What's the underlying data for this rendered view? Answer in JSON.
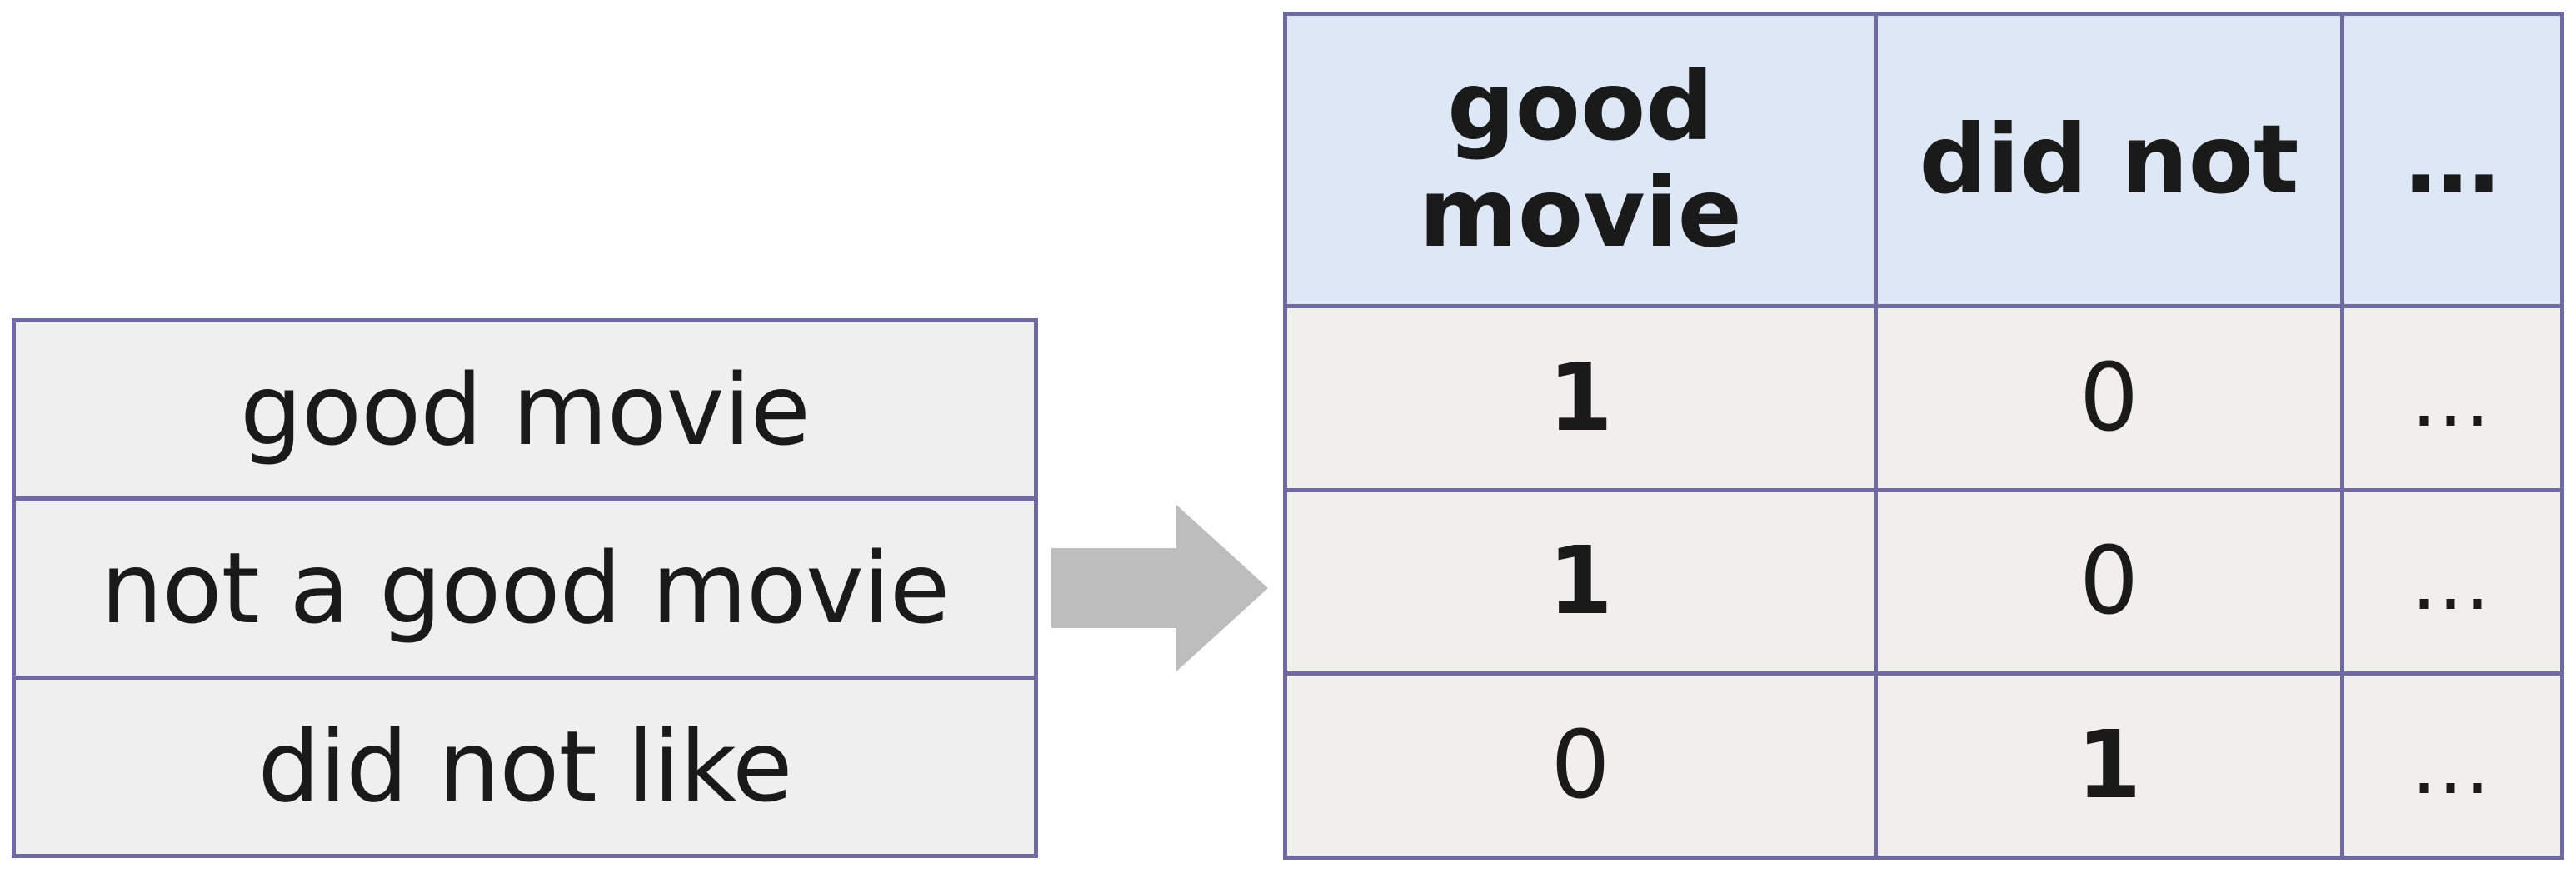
{
  "phrases": [
    "good movie",
    "not a good movie",
    "did not like"
  ],
  "matrix": {
    "headers": [
      "good movie",
      "did not",
      "…"
    ],
    "rows": [
      [
        "1",
        "0",
        "…"
      ],
      [
        "1",
        "0",
        "…"
      ],
      [
        "0",
        "1",
        "…"
      ]
    ]
  },
  "colors": {
    "border": "#6f6aa0",
    "header_bg": "#dde7f6",
    "cell_bg": "#f1eeee",
    "arrow": "#bdbdbd"
  }
}
